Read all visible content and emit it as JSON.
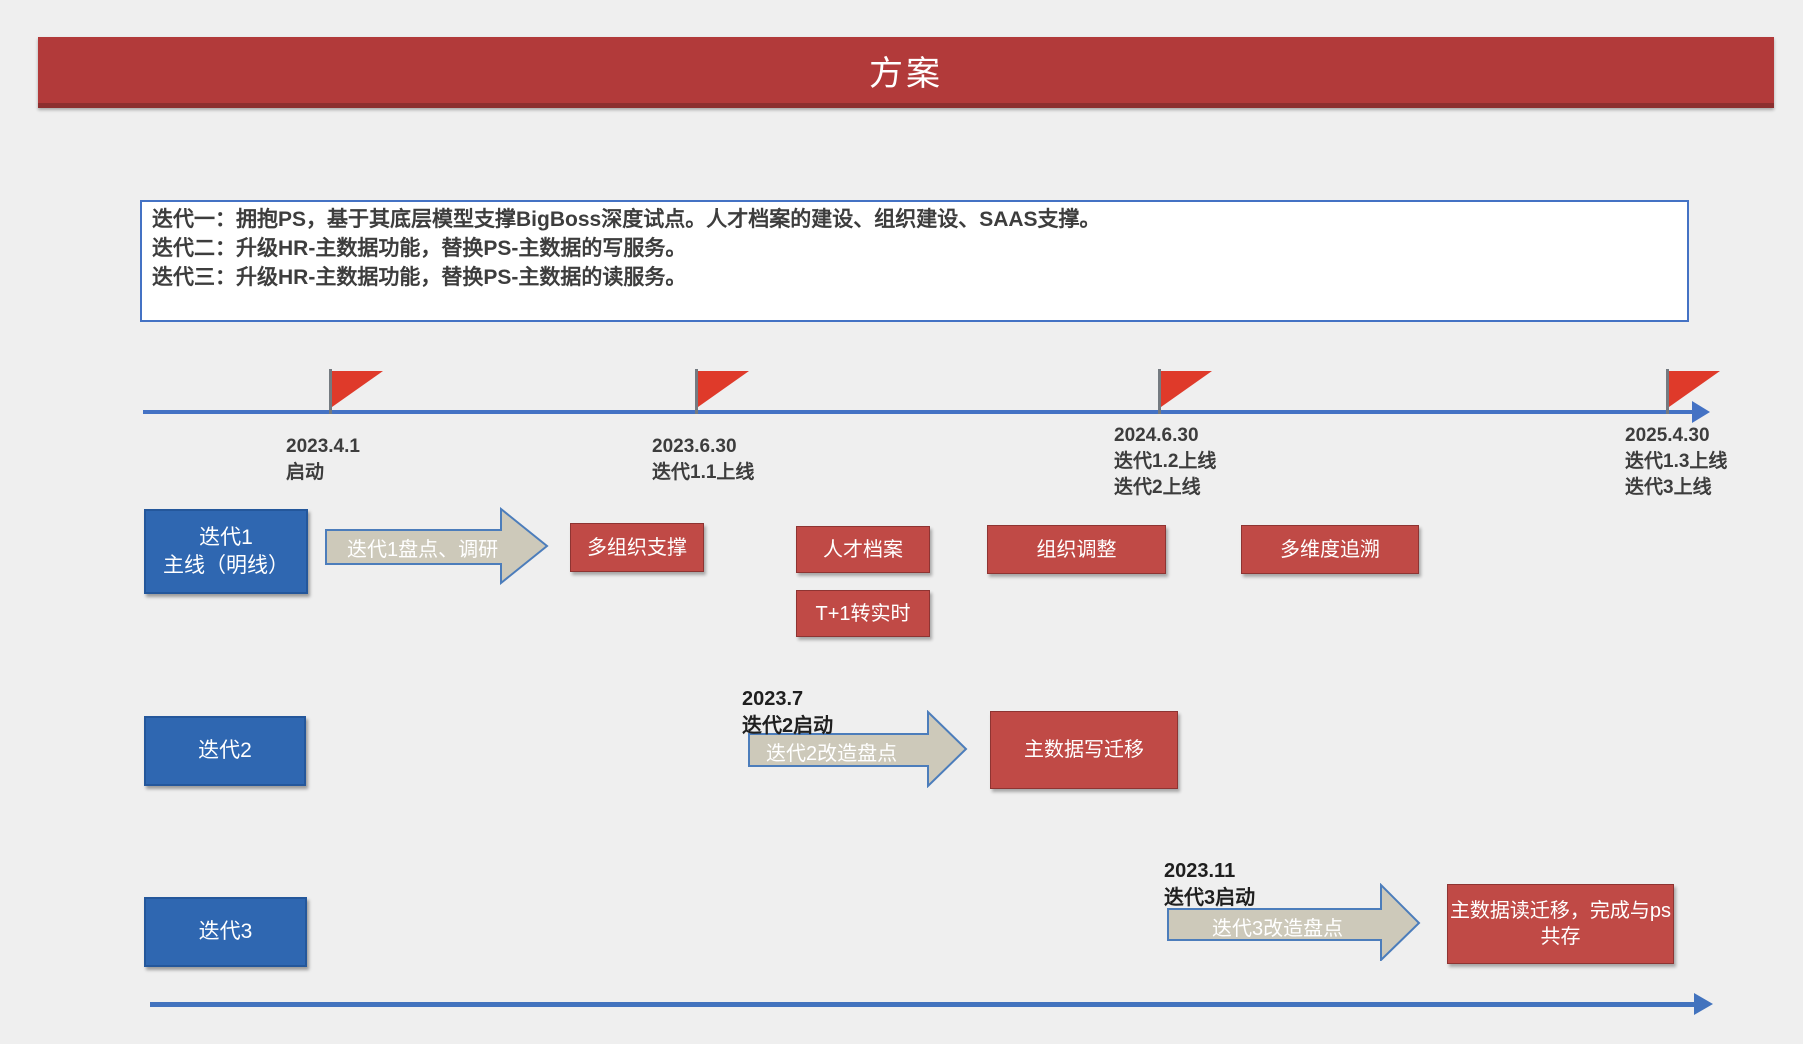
{
  "title": "方案",
  "colors": {
    "background": "#efefef",
    "banner_red": "#b23a3a",
    "box_red": "#c04a46",
    "box_blue": "#2f67b1",
    "timeline_blue": "#4472c4",
    "arrow_tan": "#cdc9ba",
    "flag_red": "#df3a2a"
  },
  "overview": {
    "line1": "迭代一：拥抱PS，基于其底层模型支撑BigBoss深度试点。人才档案的建设、组织建设、SAAS支撑。",
    "line2": "迭代二：升级HR-主数据功能，替换PS-主数据的写服务。",
    "line3": "迭代三：升级HR-主数据功能，替换PS-主数据的读服务。"
  },
  "milestones": [
    {
      "date": "2023.4.1",
      "line2": "启动",
      "line3": ""
    },
    {
      "date": "2023.6.30",
      "line2": "迭代1.1上线",
      "line3": ""
    },
    {
      "date": "2024.6.30",
      "line2": "迭代1.2上线",
      "line3": "迭代2上线"
    },
    {
      "date": "2025.4.30",
      "line2": "迭代1.3上线",
      "line3": "迭代3上线"
    }
  ],
  "rows": [
    {
      "label_line1": "迭代1",
      "label_line2": "主线（明线）",
      "arrow_label": "迭代1盘点、调研",
      "boxes": [
        "多组织支撑",
        "人才档案",
        "T+1转实时",
        "组织调整",
        "多维度追溯"
      ]
    },
    {
      "label_line1": "迭代2",
      "annotation_date": "2023.7",
      "annotation_text": "迭代2启动",
      "arrow_label": "迭代2改造盘点",
      "box": "主数据写迁移"
    },
    {
      "label_line1": "迭代3",
      "annotation_date": "2023.11",
      "annotation_text": "迭代3启动",
      "arrow_label": "迭代3改造盘点",
      "box_line1": "主数据读迁移，完成与ps",
      "box_line2": "共存"
    }
  ]
}
